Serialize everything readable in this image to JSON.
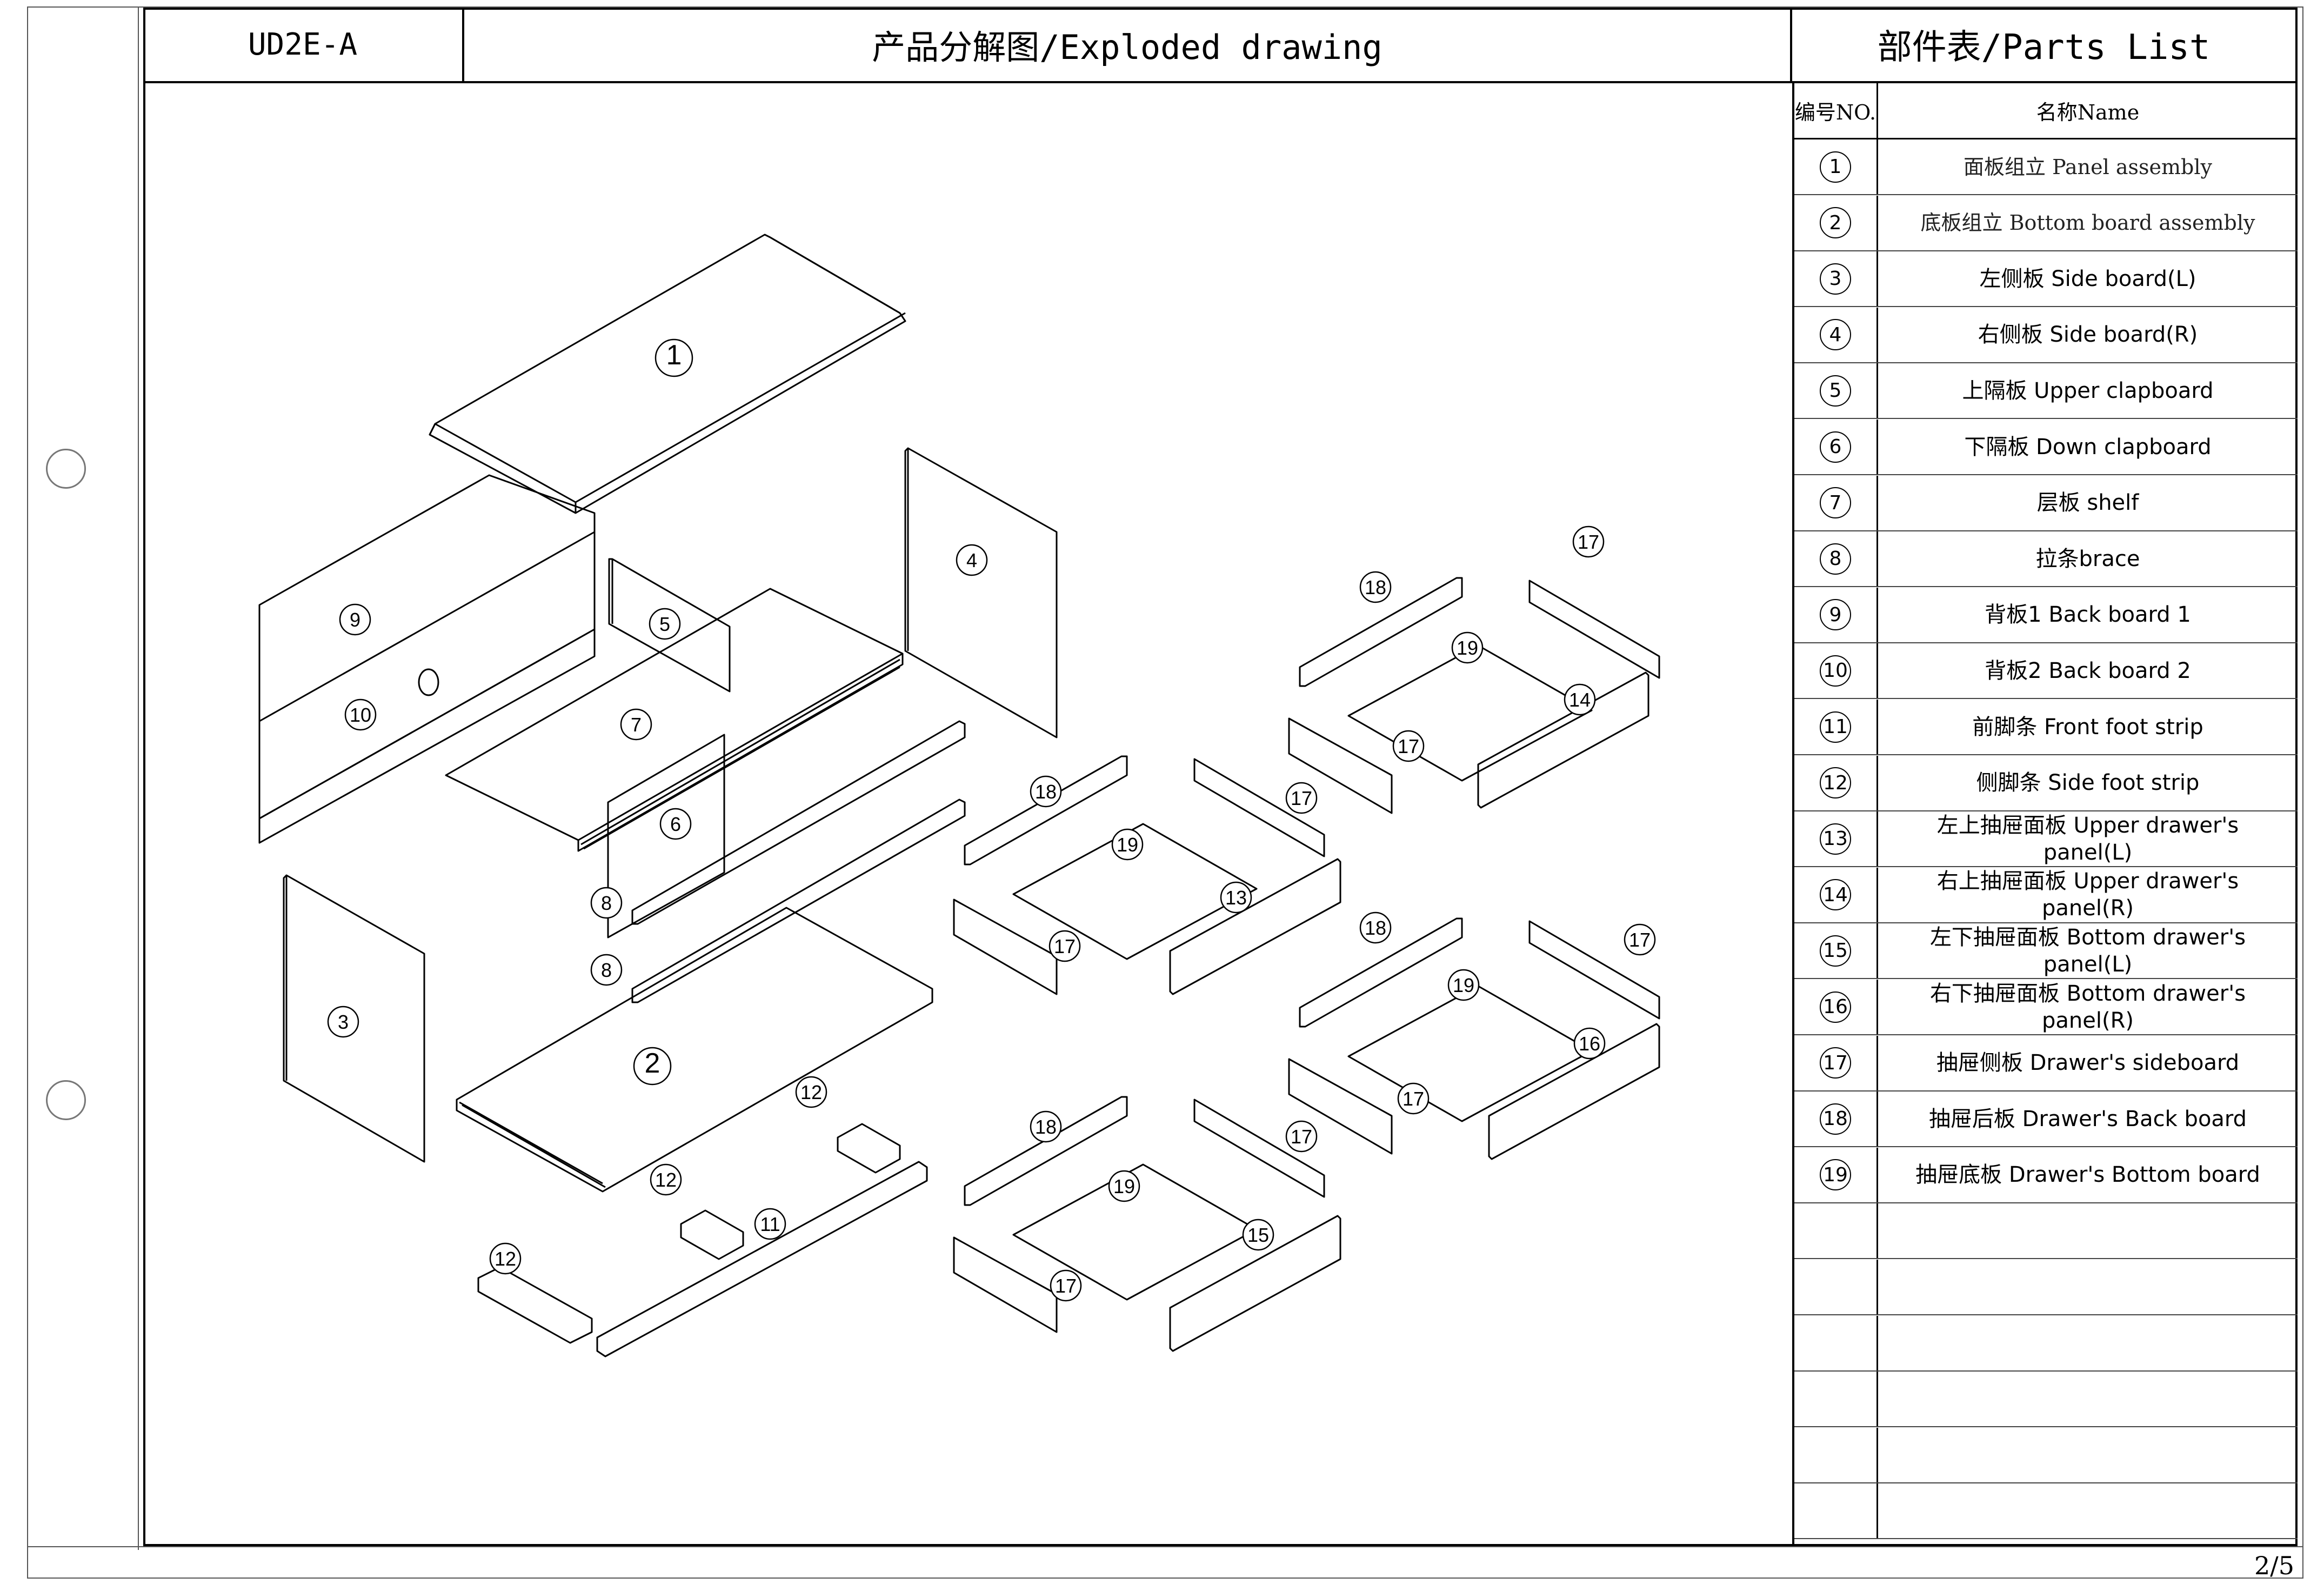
{
  "header": {
    "code": "UD2E-A",
    "drawing_title": "产品分解图/Exploded drawing",
    "parts_list_title": "部件表/Parts List"
  },
  "parts_table": {
    "col_no": "编号NO.",
    "col_name": "名称Name",
    "rows": [
      {
        "no": "1",
        "name": "面板组立 Panel assembly"
      },
      {
        "no": "2",
        "name": "底板组立 Bottom board assembly"
      },
      {
        "no": "3",
        "name": "左侧板 Side board(L)"
      },
      {
        "no": "4",
        "name": "右侧板 Side board(R)"
      },
      {
        "no": "5",
        "name": "上隔板 Upper clapboard"
      },
      {
        "no": "6",
        "name": "下隔板 Down clapboard"
      },
      {
        "no": "7",
        "name": "层板 shelf"
      },
      {
        "no": "8",
        "name": "拉条brace"
      },
      {
        "no": "9",
        "name": "背板1 Back board 1"
      },
      {
        "no": "10",
        "name": "背板2 Back board 2"
      },
      {
        "no": "11",
        "name": "前脚条 Front foot strip"
      },
      {
        "no": "12",
        "name": "侧脚条 Side foot strip"
      },
      {
        "no": "13",
        "name": "左上抽屉面板 Upper drawer's panel(L)"
      },
      {
        "no": "14",
        "name": "右上抽屉面板 Upper drawer's panel(R)"
      },
      {
        "no": "15",
        "name": "左下抽屉面板 Bottom drawer's panel(L)"
      },
      {
        "no": "16",
        "name": "右下抽屉面板 Bottom drawer's panel(R)"
      },
      {
        "no": "17",
        "name": "抽屉侧板 Drawer's sideboard"
      },
      {
        "no": "18",
        "name": "抽屉后板 Drawer's Back board"
      },
      {
        "no": "19",
        "name": "抽屉底板 Drawer's Bottom board"
      },
      {
        "no": "",
        "name": ""
      },
      {
        "no": "",
        "name": ""
      },
      {
        "no": "",
        "name": ""
      },
      {
        "no": "",
        "name": ""
      },
      {
        "no": "",
        "name": ""
      },
      {
        "no": "",
        "name": ""
      }
    ]
  },
  "drawing_labels": [
    "1",
    "2",
    "3",
    "4",
    "5",
    "6",
    "7",
    "8",
    "8",
    "9",
    "10",
    "11",
    "12",
    "12",
    "12",
    "13",
    "14",
    "15",
    "16",
    "17",
    "17",
    "17",
    "17",
    "17",
    "17",
    "17",
    "17",
    "18",
    "18",
    "18",
    "18",
    "19",
    "19",
    "19",
    "19"
  ],
  "page_number": "2/5"
}
